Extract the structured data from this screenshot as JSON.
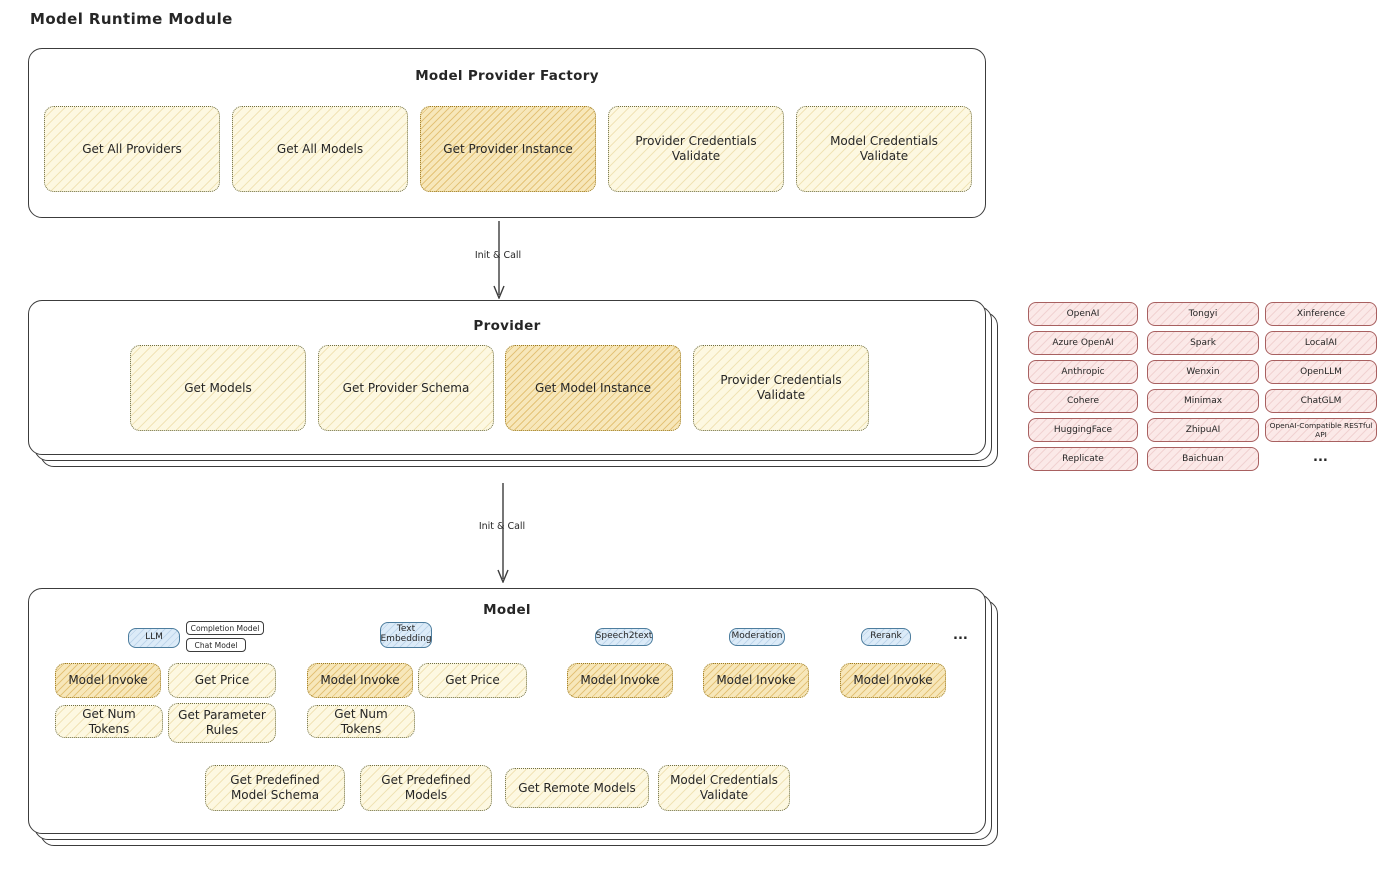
{
  "title": "Model Runtime Module",
  "factory": {
    "title": "Model Provider Factory",
    "items": [
      "Get All Providers",
      "Get All Models",
      "Get Provider Instance",
      "Provider Credentials Validate",
      "Model Credentials Validate"
    ]
  },
  "arrow1": {
    "label": "Init & Call"
  },
  "provider": {
    "title": "Provider",
    "items": [
      "Get Models",
      "Get Provider Schema",
      "Get Model Instance",
      "Provider Credentials Validate"
    ]
  },
  "grid": {
    "col1": [
      "OpenAI",
      "Azure OpenAI",
      "Anthropic",
      "Cohere",
      "HuggingFace",
      "Replicate"
    ],
    "col2": [
      "Tongyi",
      "Spark",
      "Wenxin",
      "Minimax",
      "ZhipuAI",
      "Baichuan"
    ],
    "col3": [
      "Xinference",
      "LocalAI",
      "OpenLLM",
      "ChatGLM",
      "OpenAI-Compatible RESTful API"
    ],
    "more": "..."
  },
  "arrow2": {
    "label": "Init & Call"
  },
  "model": {
    "title": "Model",
    "llm": {
      "tab": "LLM",
      "sub1": "Completion Model",
      "sub2": "Chat Model",
      "boxes": [
        "Model Invoke",
        "Get Price",
        "Get Num Tokens",
        "Get Parameter Rules"
      ]
    },
    "text_embedding": {
      "tab": "Text Embedding",
      "boxes": [
        "Model Invoke",
        "Get Price",
        "Get Num Tokens"
      ]
    },
    "speech2text": {
      "tab": "Speech2text",
      "boxes": [
        "Model Invoke"
      ]
    },
    "moderation": {
      "tab": "Moderation",
      "boxes": [
        "Model Invoke"
      ]
    },
    "rerank": {
      "tab": "Rerank",
      "boxes": [
        "Model Invoke"
      ]
    },
    "more": "...",
    "bottom": [
      "Get Predefined Model Schema",
      "Get Predefined Models",
      "Get Remote Models",
      "Model Credentials Validate"
    ]
  }
}
